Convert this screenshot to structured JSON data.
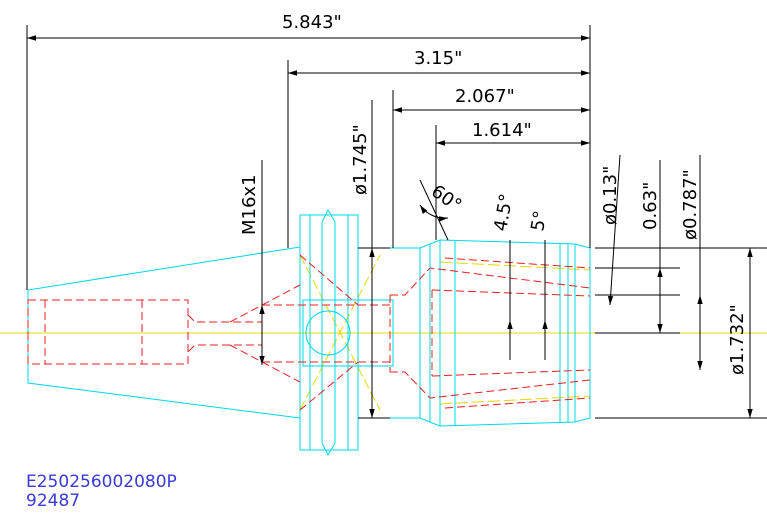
{
  "drawing": {
    "dimensions": {
      "overall_length": "5.843\"",
      "length_3": "3.15\"",
      "length_2": "2.067\"",
      "length_1": "1.614\"",
      "flange_dia": "ø1.745\"",
      "thread": "M16x1",
      "angle_60": "60°",
      "angle_4_5": "4.5°",
      "angle_5": "5°",
      "dia_013": "ø0.13\"",
      "dim_063": "0.63\"",
      "dia_0787": "ø0.787\"",
      "dia_1732": "ø1.732\""
    },
    "part_number": "E250256002080P",
    "part_code": "92487"
  },
  "colors": {
    "dimension": "#000000",
    "outline": "#00d8e8",
    "hidden": "#e82020",
    "centerline": "#e8d800",
    "label": "#3a3ad8"
  }
}
